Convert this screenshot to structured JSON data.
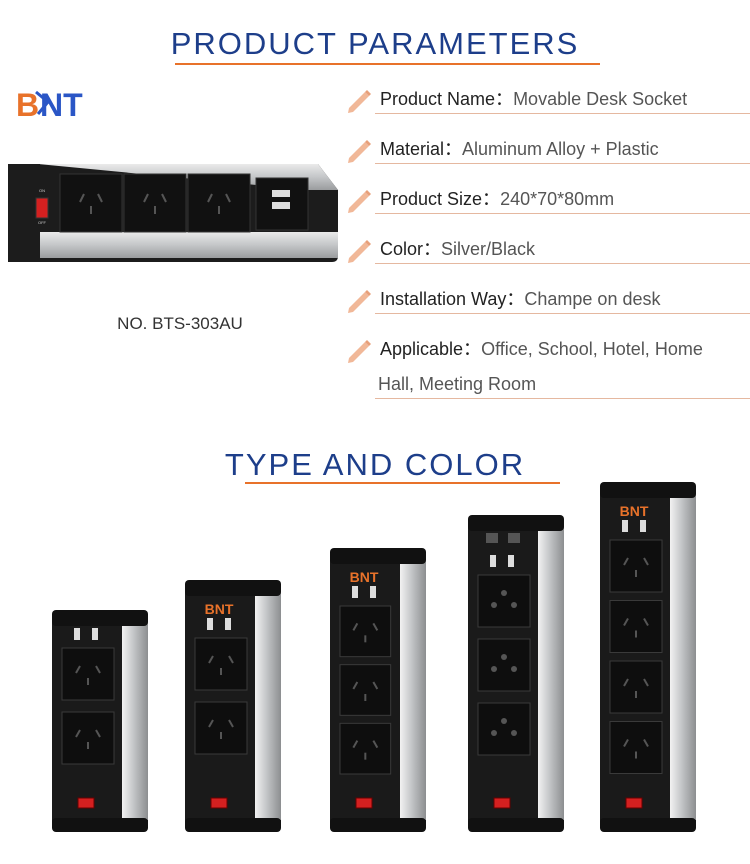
{
  "headings": {
    "parameters": "PRODUCT PARAMETERS",
    "type_color": "TYPE AND COLOR"
  },
  "brand": {
    "logo_text": "BNT"
  },
  "model": {
    "number": "NO. BTS-303AU"
  },
  "specs": [
    {
      "label": "Product Name：",
      "value": "Movable Desk Socket"
    },
    {
      "label": "Material：",
      "value": "Aluminum Alloy + Plastic"
    },
    {
      "label": "Product Size：",
      "value": "240*70*80mm"
    },
    {
      "label": "Color：",
      "value": "Silver/Black"
    },
    {
      "label": "Installation Way：",
      "value": "Champe on desk"
    },
    {
      "label": "Applicable：",
      "value": "Office, School, Hotel, Home"
    }
  ],
  "spec_continuation": "Hall, Meeting Room",
  "switch_labels": {
    "on": "ON",
    "off": "OFF"
  },
  "colors": {
    "heading": "#1d3e8a",
    "accent": "#e8722a",
    "brand_blue": "#2a56c6",
    "body_black": "#1a1a1a",
    "silver": "#c9cbcc",
    "switch_red": "#d42020"
  },
  "products": [
    {
      "sockets": 2,
      "usb": true,
      "rj45": false,
      "logo": false,
      "socket_type": "au"
    },
    {
      "sockets": 2,
      "usb": true,
      "rj45": false,
      "logo": true,
      "socket_type": "au"
    },
    {
      "sockets": 3,
      "usb": true,
      "rj45": false,
      "logo": true,
      "socket_type": "au"
    },
    {
      "sockets": 3,
      "usb": true,
      "rj45": true,
      "logo": false,
      "socket_type": "universal"
    },
    {
      "sockets": 4,
      "usb": true,
      "rj45": false,
      "logo": true,
      "socket_type": "au"
    }
  ]
}
